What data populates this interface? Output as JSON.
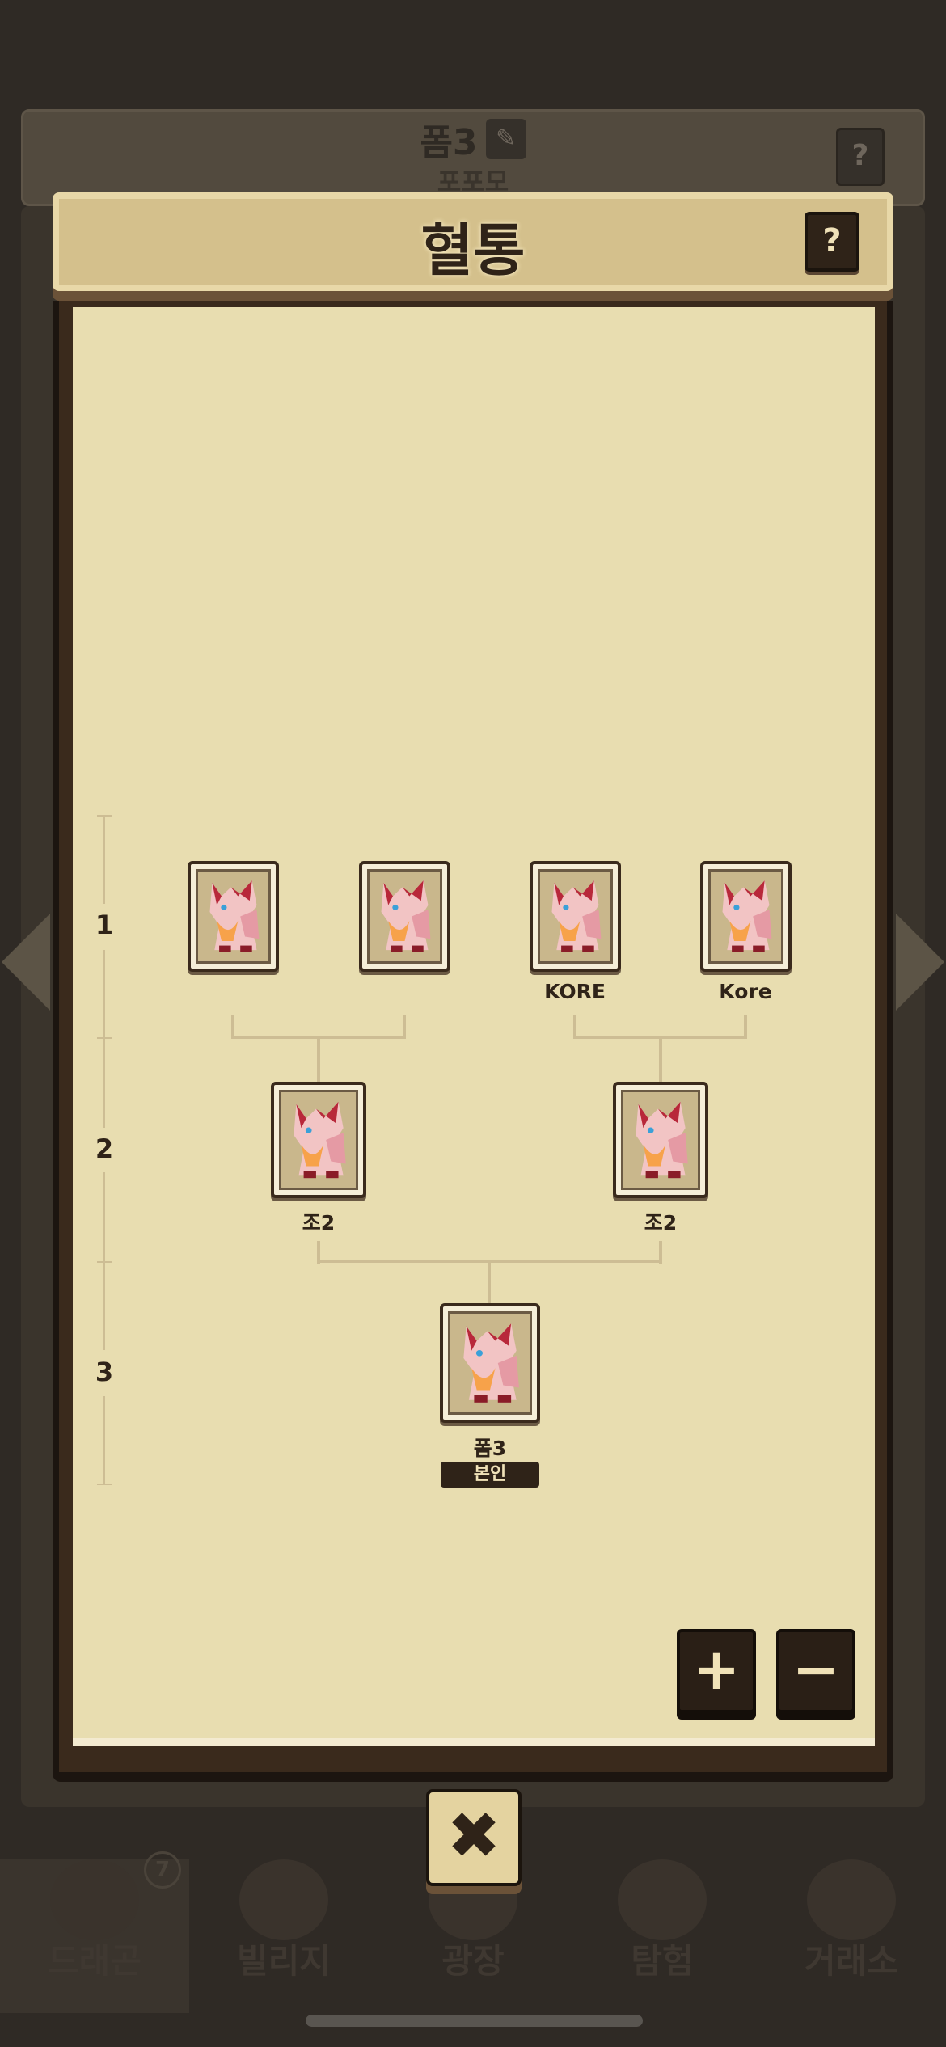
{
  "background": {
    "dragon_name": "폼3",
    "dragon_subtitle": "포포모",
    "help_label": "?",
    "nav": [
      {
        "label": "드래곤",
        "badge": "7",
        "active": true
      },
      {
        "label": "빌리지"
      },
      {
        "label": "광장"
      },
      {
        "label": "탐험"
      },
      {
        "label": "거래소"
      }
    ]
  },
  "modal": {
    "title": "혈통",
    "help_label": "?",
    "generations": [
      "1",
      "2",
      "3"
    ],
    "tree": {
      "gen1": [
        {
          "name": ""
        },
        {
          "name": ""
        },
        {
          "name": "KORE"
        },
        {
          "name": "Kore"
        }
      ],
      "gen2": [
        {
          "name": "조2"
        },
        {
          "name": "조2"
        }
      ],
      "gen3": {
        "name": "폼3",
        "badge": "본인"
      }
    },
    "zoom_in_label": "+",
    "zoom_out_label": "−",
    "close_label": "✖"
  },
  "colors": {
    "parchment": "#e8ddb0",
    "header": "#d4c08c",
    "dark": "#2f2318"
  }
}
